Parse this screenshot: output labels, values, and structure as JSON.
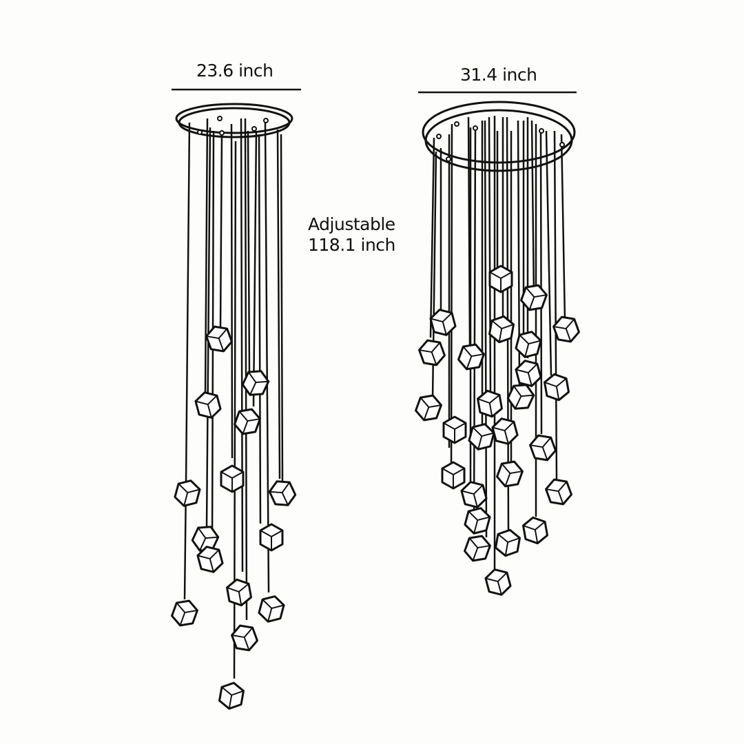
{
  "diagram": {
    "type": "product-dimension-illustration",
    "subject": "cube crystal pendant chandeliers (two sizes)",
    "colors": {
      "background": "#fdfdfb",
      "line": "#111111"
    },
    "products": [
      {
        "name": "small-chandelier",
        "width_label": "23.6 inch",
        "canopy_shape": "round",
        "pendant_shape": "cube"
      },
      {
        "name": "large-chandelier",
        "width_label": "31.4 inch",
        "canopy_shape": "round",
        "pendant_shape": "cube"
      }
    ],
    "height_label": {
      "line1": "Adjustable",
      "line2": "118.1 inch"
    }
  }
}
